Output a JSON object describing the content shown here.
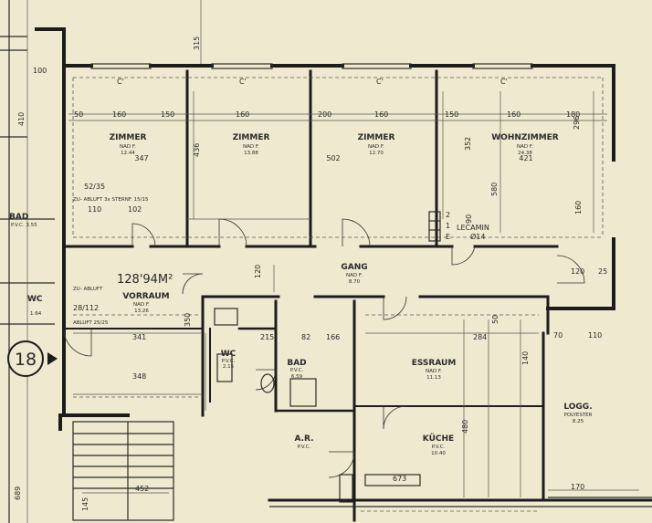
{
  "plan": {
    "total_area": "128'94M²",
    "marker": "18",
    "rooms": {
      "zimmer1": {
        "name": "ZIMMER",
        "floor": "NAD F.",
        "area": "12.44",
        "dim": "347"
      },
      "zimmer2": {
        "name": "ZIMMER",
        "floor": "NAD F.",
        "area": "13.88"
      },
      "zimmer3": {
        "name": "ZIMMER",
        "floor": "NAD F.",
        "area": "12.70",
        "dim": "502"
      },
      "wohn": {
        "name": "WOHNZIMMER",
        "floor": "NAD F.",
        "area": "24.38",
        "dim": "421"
      },
      "gang": {
        "name": "GANG",
        "floor": "NAD F.",
        "area": "8.70"
      },
      "vorraum": {
        "name": "VORRAUM",
        "floor": "NAD F.",
        "area": "13.26"
      },
      "wc": {
        "name": "WC",
        "floor": "P.V.C.",
        "area": "2.15"
      },
      "bad": {
        "name": "BAD",
        "floor": "P.V.C.",
        "area": "6.59"
      },
      "essraum": {
        "name": "ESSRAUM",
        "floor": "NAD F.",
        "area": "11.13"
      },
      "kueche": {
        "name": "KÜCHE",
        "floor": "P.V.C.",
        "area": "10.40"
      },
      "ar": {
        "name": "A.R.",
        "floor": "P.V.C."
      },
      "logg": {
        "name": "LOGG.",
        "floor": "POLYESTER",
        "area": "8.25"
      },
      "bad_left": {
        "name": "BAD",
        "floor": "P.V.C. 3.55"
      },
      "wc_left": {
        "name": "WC",
        "area": "1.64"
      }
    },
    "top_dims": [
      "50",
      "160",
      "150",
      "160",
      "200",
      "160",
      "150",
      "160",
      "180"
    ],
    "notes": {
      "abluft1": "ZU- ABLUFT 3x STERNF. 15/15",
      "abluft2": "ZU- ABLUFT",
      "abluft3": "ABLUFT 25/25",
      "lecamin": "LECAMIN",
      "lecamin_dim": "Ø14",
      "frac1": "52/35",
      "frac2": "28/112",
      "c_mark": "C'"
    },
    "dims": {
      "d100": "100",
      "d410": "410",
      "d315": "315",
      "d110": "110",
      "d102": "102",
      "d120": "120",
      "d436": "436",
      "d352": "352",
      "d580": "580",
      "d296": "296",
      "d160": "160",
      "d350": "350",
      "d341": "341",
      "d348": "348",
      "d215": "215",
      "d82": "82",
      "d166": "166",
      "d284": "284",
      "d70": "70",
      "d110b": "110",
      "d452": "452",
      "d170": "170",
      "d673": "673",
      "d14": "14",
      "d140": "140",
      "d480": "480",
      "d25": "25",
      "d90": "90",
      "d200": "200",
      "d2": "2",
      "d1": "1",
      "dE": "E",
      "d50": "50",
      "d689": "689",
      "d145": "145"
    }
  }
}
